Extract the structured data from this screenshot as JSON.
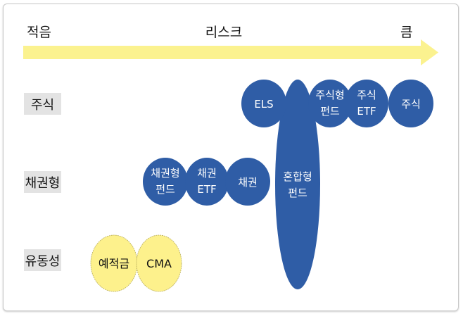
{
  "axis": {
    "low": "적음",
    "title": "리스크",
    "high": "큼"
  },
  "rows": {
    "stock": "주식",
    "bond": "채권형",
    "liquidity": "유동성"
  },
  "products": {
    "els": [
      "ELS"
    ],
    "equity_fund": [
      "주식형",
      "펀드"
    ],
    "equity_etf": [
      "주식",
      "ETF"
    ],
    "stock": [
      "주식"
    ],
    "mixed_fund": [
      "혼합형",
      "펀드"
    ],
    "bond_fund": [
      "채권형",
      "펀드"
    ],
    "bond_etf": [
      "채권",
      "ETF"
    ],
    "bond": [
      "채권"
    ],
    "deposit": [
      "예적금"
    ],
    "cma": [
      "CMA"
    ]
  },
  "colors": {
    "blue": "#2f5da6",
    "yellow": "#fdf18c",
    "arrow": "#fbf28f"
  }
}
